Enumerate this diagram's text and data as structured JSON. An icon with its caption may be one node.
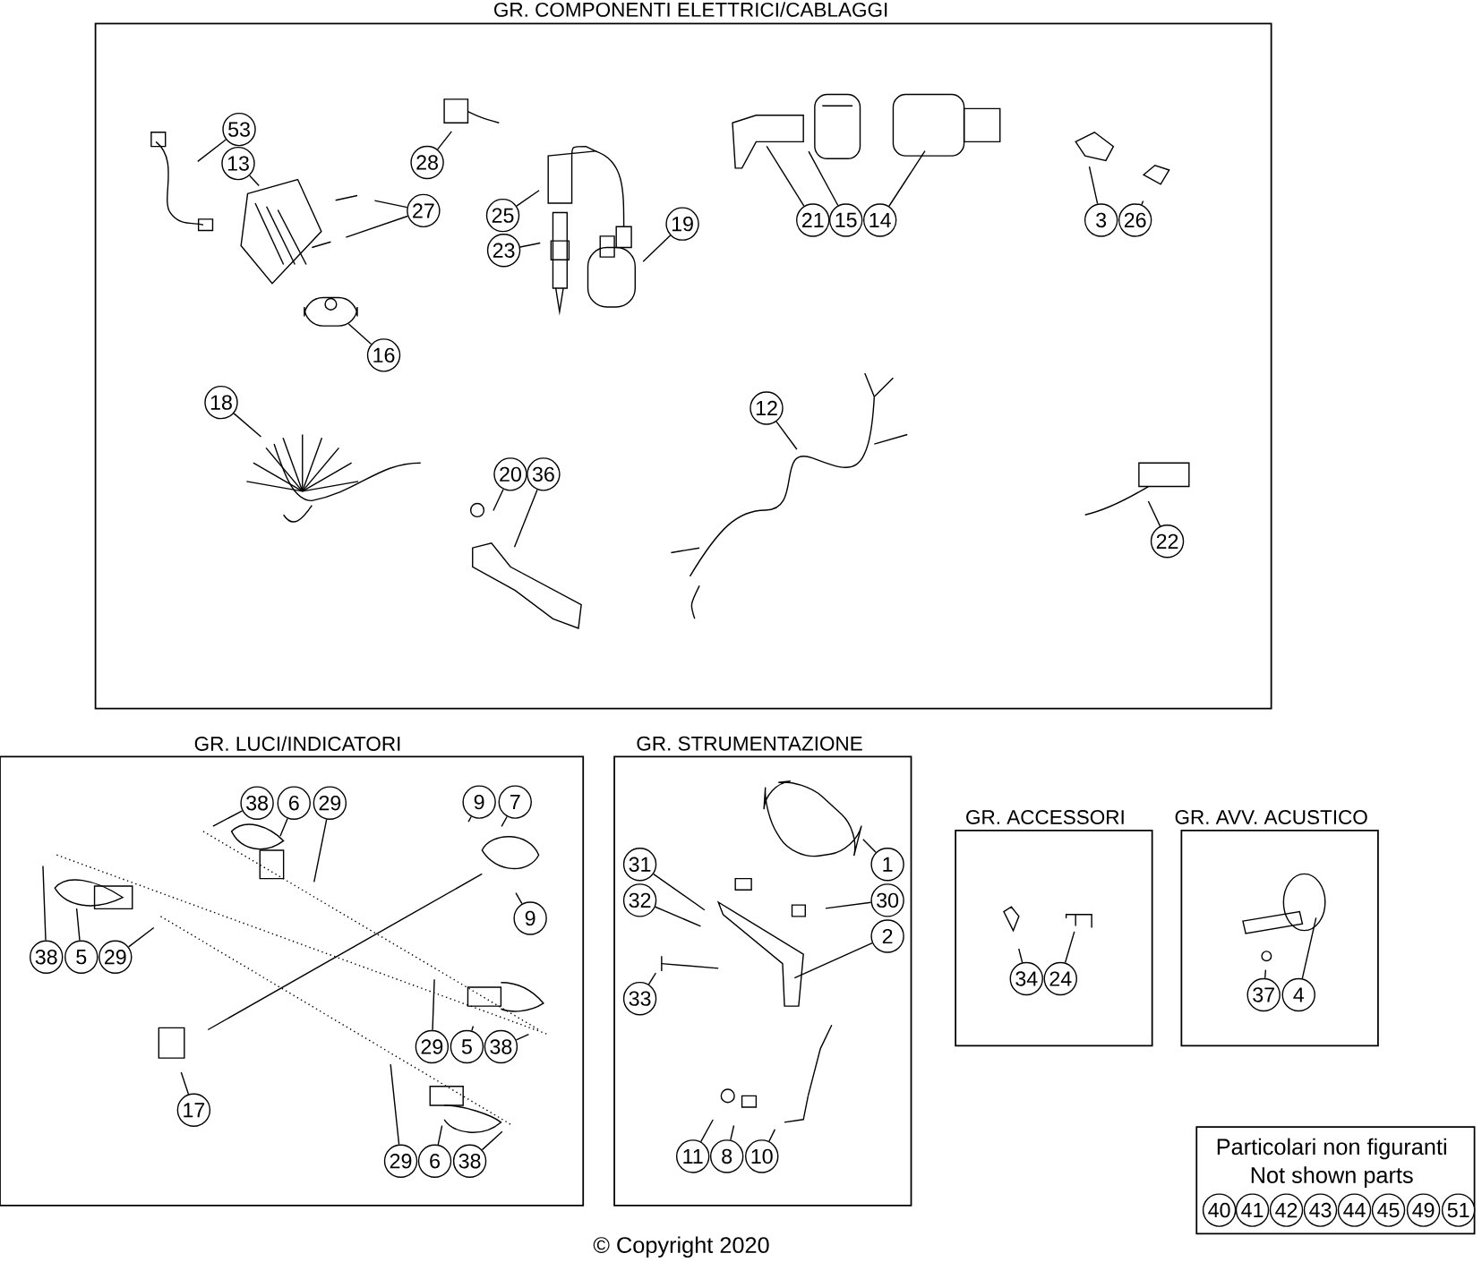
{
  "diagram": {
    "nodes": [
      {
        "text": [
          "GR. COMPONENTI ELETTRICI/CABLAGGI"
        ]
      },
      {
        "text": [
          "53"
        ],
        "in": 0
      },
      {
        "text": [
          "13"
        ],
        "in": 0
      },
      {
        "text": [
          "28"
        ],
        "in": 0
      },
      {
        "text": [
          "27"
        ],
        "in": 0
      },
      {
        "text": [
          "25"
        ],
        "in": 0
      },
      {
        "text": [
          "23"
        ],
        "in": 0
      },
      {
        "text": [
          "19"
        ],
        "in": 0
      },
      {
        "text": [
          "21"
        ],
        "in": 0
      },
      {
        "text": [
          "15"
        ],
        "in": 0
      },
      {
        "text": [
          "14"
        ],
        "in": 0
      },
      {
        "text": [
          "3"
        ],
        "in": 0
      },
      {
        "text": [
          "26"
        ],
        "in": 0
      },
      {
        "text": [
          "16"
        ],
        "in": 0
      },
      {
        "text": [
          "18"
        ],
        "in": 0
      },
      {
        "text": [
          "12"
        ],
        "in": 0
      },
      {
        "text": [
          "20"
        ],
        "in": 0
      },
      {
        "text": [
          "36"
        ],
        "in": 0
      },
      {
        "text": [
          "22"
        ],
        "in": 0
      },
      {
        "text": [
          "GR. LUCI/INDICATORI"
        ]
      },
      {
        "text": [
          "38"
        ],
        "in": 19
      },
      {
        "text": [
          "6"
        ],
        "in": 19
      },
      {
        "text": [
          "29"
        ],
        "in": 19
      },
      {
        "text": [
          "9"
        ],
        "in": 19
      },
      {
        "text": [
          "7"
        ],
        "in": 19
      },
      {
        "text": [
          "9"
        ],
        "in": 19
      },
      {
        "text": [
          "38"
        ],
        "in": 19
      },
      {
        "text": [
          "5"
        ],
        "in": 19
      },
      {
        "text": [
          "29"
        ],
        "in": 19
      },
      {
        "text": [
          "29"
        ],
        "in": 19
      },
      {
        "text": [
          "5"
        ],
        "in": 19
      },
      {
        "text": [
          "38"
        ],
        "in": 19
      },
      {
        "text": [
          "17"
        ],
        "in": 19
      },
      {
        "text": [
          "29"
        ],
        "in": 19
      },
      {
        "text": [
          "6"
        ],
        "in": 19
      },
      {
        "text": [
          "38"
        ],
        "in": 19
      },
      {
        "text": [
          "GR. STRUMENTAZIONE"
        ]
      },
      {
        "text": [
          "1"
        ],
        "in": 36
      },
      {
        "text": [
          "31"
        ],
        "in": 36
      },
      {
        "text": [
          "32"
        ],
        "in": 36
      },
      {
        "text": [
          "30"
        ],
        "in": 36
      },
      {
        "text": [
          "2"
        ],
        "in": 36
      },
      {
        "text": [
          "33"
        ],
        "in": 36
      },
      {
        "text": [
          "11"
        ],
        "in": 36
      },
      {
        "text": [
          "8"
        ],
        "in": 36
      },
      {
        "text": [
          "10"
        ],
        "in": 36
      },
      {
        "text": [
          "GR. ACCESSORI"
        ]
      },
      {
        "text": [
          "34"
        ],
        "in": 46
      },
      {
        "text": [
          "24"
        ],
        "in": 46
      },
      {
        "text": [
          "GR. AVV. ACUSTICO"
        ]
      },
      {
        "text": [
          "37"
        ],
        "in": 49
      },
      {
        "text": [
          "4"
        ],
        "in": 49
      },
      {
        "text": [
          "Particolari non figuranti",
          "Not shown parts"
        ]
      },
      {
        "text": [
          "40"
        ],
        "in": 52
      },
      {
        "text": [
          "41"
        ],
        "in": 52
      },
      {
        "text": [
          "42"
        ],
        "in": 52
      },
      {
        "text": [
          "43"
        ],
        "in": 52
      },
      {
        "text": [
          "44"
        ],
        "in": 52
      },
      {
        "text": [
          "45"
        ],
        "in": 52
      },
      {
        "text": [
          "49"
        ],
        "in": 52
      },
      {
        "text": [
          "51"
        ],
        "in": 52
      }
    ],
    "edges": [
      {
        "from": 1,
        "to": null,
        "arrow": "none"
      },
      {
        "from": 4,
        "to": null,
        "arrow": "none"
      },
      {
        "from": 4,
        "to": null,
        "arrow": "none"
      },
      {
        "from": 3,
        "to": null,
        "arrow": "none"
      },
      {
        "from": 5,
        "to": null,
        "arrow": "none"
      },
      {
        "from": 6,
        "to": null,
        "arrow": "none"
      },
      {
        "from": 7,
        "to": null,
        "arrow": "none"
      },
      {
        "from": 8,
        "to": null,
        "arrow": "none"
      },
      {
        "from": 9,
        "to": null,
        "arrow": "none"
      },
      {
        "from": 10,
        "to": null,
        "arrow": "none"
      },
      {
        "from": 11,
        "to": null,
        "arrow": "none"
      },
      {
        "from": 12,
        "to": null,
        "arrow": "none"
      },
      {
        "from": 13,
        "to": null,
        "arrow": "none"
      },
      {
        "from": 14,
        "to": null,
        "arrow": "none"
      },
      {
        "from": 16,
        "to": null,
        "arrow": "none"
      },
      {
        "from": 17,
        "to": null,
        "arrow": "none"
      },
      {
        "from": 15,
        "to": null,
        "arrow": "none"
      },
      {
        "from": 18,
        "to": null,
        "arrow": "none"
      },
      {
        "from": 20,
        "to": null,
        "arrow": "none"
      },
      {
        "from": 21,
        "to": null,
        "arrow": "none"
      },
      {
        "from": 22,
        "to": null,
        "arrow": "none"
      },
      {
        "from": 23,
        "to": null,
        "arrow": "none"
      },
      {
        "from": 24,
        "to": null,
        "arrow": "none"
      },
      {
        "from": 25,
        "to": null,
        "arrow": "none"
      },
      {
        "from": 26,
        "to": null,
        "arrow": "none"
      },
      {
        "from": 27,
        "to": null,
        "arrow": "none"
      },
      {
        "from": 28,
        "to": null,
        "arrow": "none"
      },
      {
        "from": 29,
        "to": null,
        "arrow": "none"
      },
      {
        "from": 30,
        "to": null,
        "arrow": "none"
      },
      {
        "from": 31,
        "to": null,
        "arrow": "none"
      },
      {
        "from": 32,
        "to": null,
        "arrow": "none"
      },
      {
        "from": 33,
        "to": null,
        "arrow": "none"
      },
      {
        "from": 34,
        "to": null,
        "arrow": "none"
      },
      {
        "from": 35,
        "to": null,
        "arrow": "none"
      },
      {
        "from": 37,
        "to": null,
        "arrow": "none"
      },
      {
        "from": 38,
        "to": null,
        "arrow": "none"
      },
      {
        "from": 39,
        "to": null,
        "arrow": "none"
      },
      {
        "from": 40,
        "to": null,
        "arrow": "none"
      },
      {
        "from": 41,
        "to": null,
        "arrow": "none"
      },
      {
        "from": 42,
        "to": null,
        "arrow": "none"
      },
      {
        "from": 43,
        "to": null,
        "arrow": "none"
      },
      {
        "from": 44,
        "to": null,
        "arrow": "none"
      },
      {
        "from": 45,
        "to": null,
        "arrow": "none"
      },
      {
        "from": 47,
        "to": null,
        "arrow": "none"
      },
      {
        "from": 48,
        "to": null,
        "arrow": "none"
      },
      {
        "from": 50,
        "to": null,
        "arrow": "none"
      },
      {
        "from": 51,
        "to": null,
        "arrow": "none"
      },
      {
        "from": 2,
        "to": null,
        "arrow": "none"
      }
    ],
    "labels": [
      "© Copyright 2020"
    ]
  }
}
